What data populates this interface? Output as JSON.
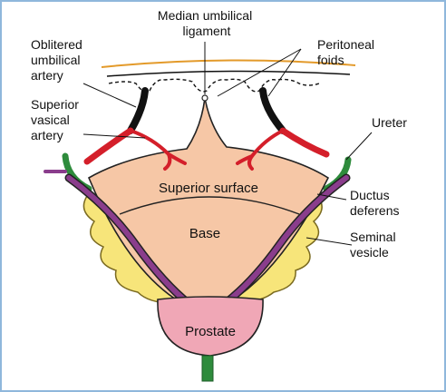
{
  "labels": {
    "median_umbilical_ligament": [
      "Median umbilical",
      "ligament"
    ],
    "oblitered_umbilical_artery": [
      "Oblitered",
      "umbilical",
      "artery"
    ],
    "peritoneal_folds": [
      "Peritoneal",
      "foids"
    ],
    "superior_vasical_artery": [
      "Superior",
      "vasical",
      "artery"
    ],
    "ureter": "Ureter",
    "superior_surface": "Superior surface",
    "ductus_deferens": [
      "Ductus",
      "deferens"
    ],
    "base": "Base",
    "seminal_vesicle": [
      "Seminal",
      "vesicle"
    ],
    "prostate": "Prostate"
  },
  "colors": {
    "frame": "#8fb7dc",
    "bladder": "#f6c7a6",
    "base": "#f3c7a4",
    "vesicle": "#f7e57a",
    "vesicle_outline": "#7a6a20",
    "ductus": "#8a3d8c",
    "ureter": "#2e8b3c",
    "artery": "#d41f2a",
    "oblitered": "#222222",
    "peritoneum": "#e39a2a",
    "prostate": "#f0a7b6"
  }
}
